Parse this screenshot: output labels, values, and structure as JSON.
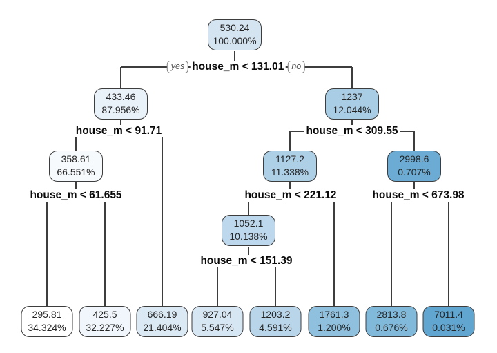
{
  "figure": {
    "background": "#ffffff",
    "node_border_color": "#3d3d3d",
    "edge_color": "#3d3d3d",
    "palette_note": "node fill darkens with fitted value (Blues ramp)"
  },
  "root_split": {
    "label": "house_m < 131.01",
    "yes_label": "yes",
    "no_label": "no"
  },
  "splits": [
    {
      "id": "split-131-01",
      "label": "house_m < 131.01",
      "parent": "root",
      "children": [
        "n-433-46",
        "n-1237"
      ]
    },
    {
      "id": "split-91-71",
      "label": "house_m < 91.71",
      "parent": "n-433-46",
      "children": [
        "n-358-61",
        "leaf-666-19"
      ]
    },
    {
      "id": "split-309-55",
      "label": "house_m < 309.55",
      "parent": "n-1237",
      "children": [
        "n-1127-2",
        "n-2998-6"
      ]
    },
    {
      "id": "split-61-655",
      "label": "house_m < 61.655",
      "parent": "n-358-61",
      "children": [
        "leaf-295-81",
        "leaf-425-5"
      ]
    },
    {
      "id": "split-221-12",
      "label": "house_m < 221.12",
      "parent": "n-1127-2",
      "children": [
        "n-1052-1",
        "leaf-1761-3"
      ]
    },
    {
      "id": "split-673-98",
      "label": "house_m < 673.98",
      "parent": "n-2998-6",
      "children": [
        "leaf-2813-8",
        "leaf-7011-4"
      ]
    },
    {
      "id": "split-151-39",
      "label": "house_m < 151.39",
      "parent": "n-1052-1",
      "children": [
        "leaf-927-04",
        "leaf-1203-2"
      ]
    }
  ],
  "nodes": [
    {
      "id": "root",
      "value": "530.24",
      "percent": "100.000%",
      "color": "#d5e4f1"
    },
    {
      "id": "n-433-46",
      "value": "433.46",
      "percent": "87.956%",
      "color": "#e9f1f9"
    },
    {
      "id": "n-1237",
      "value": "1237",
      "percent": "12.044%",
      "color": "#a9cde4"
    },
    {
      "id": "n-358-61",
      "value": "358.61",
      "percent": "66.551%",
      "color": "#f7fafd"
    },
    {
      "id": "n-1127-2",
      "value": "1127.2",
      "percent": "11.338%",
      "color": "#aed0e7"
    },
    {
      "id": "n-2998-6",
      "value": "2998.6",
      "percent": "0.707%",
      "color": "#6cacd4"
    },
    {
      "id": "n-1052-1",
      "value": "1052.1",
      "percent": "10.138%",
      "color": "#bdd7ec"
    },
    {
      "id": "leaf-295-81",
      "value": "295.81",
      "percent": "34.324%",
      "color": "#ffffff"
    },
    {
      "id": "leaf-425-5",
      "value": "425.5",
      "percent": "32.227%",
      "color": "#f0f6fb"
    },
    {
      "id": "leaf-666-19",
      "value": "666.19",
      "percent": "21.404%",
      "color": "#dbe9f5"
    },
    {
      "id": "leaf-927-04",
      "value": "927.04",
      "percent": "5.547%",
      "color": "#d7e6f3"
    },
    {
      "id": "leaf-1203-2",
      "value": "1203.2",
      "percent": "4.591%",
      "color": "#b9d5ea"
    },
    {
      "id": "leaf-1761-3",
      "value": "1761.3",
      "percent": "1.200%",
      "color": "#8fc0de"
    },
    {
      "id": "leaf-2813-8",
      "value": "2813.8",
      "percent": "0.676%",
      "color": "#81b9da"
    },
    {
      "id": "leaf-7011-4",
      "value": "7011.4",
      "percent": "0.031%",
      "color": "#61a6d1"
    }
  ]
}
